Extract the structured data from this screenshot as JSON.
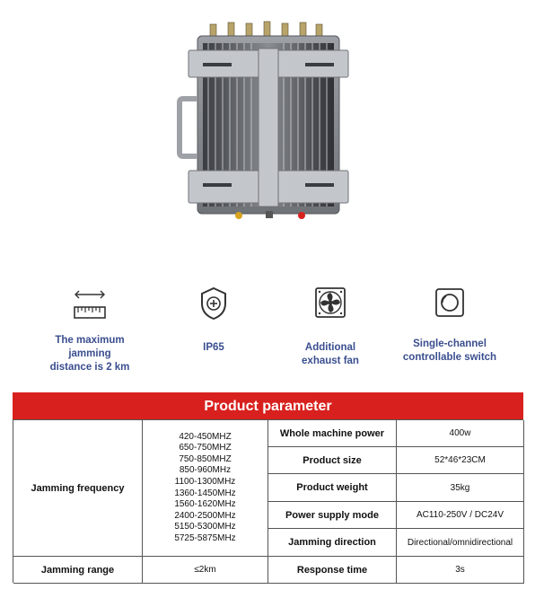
{
  "features": [
    {
      "icon": "ruler-distance-icon",
      "label_lines": [
        "The maximum",
        "jamming",
        "distance is 2 km"
      ]
    },
    {
      "icon": "shield-plus-icon",
      "label_lines": [
        "IP65"
      ]
    },
    {
      "icon": "fan-icon",
      "label_lines": [
        "Additional",
        "exhaust fan"
      ]
    },
    {
      "icon": "power-switch-icon",
      "label_lines": [
        "Single-channel",
        "controllable switch"
      ]
    }
  ],
  "table": {
    "title": "Product parameter",
    "jamming_frequency_label": "Jamming frequency",
    "frequencies": [
      "420-450MHZ",
      "650-750MHZ",
      "750-850MHZ",
      "850-960MHz",
      "1100-1300MHz",
      "1360-1450MHz",
      "1560-1620MHz",
      "2400-2500MHz",
      "5150-5300MHz",
      "5725-5875MHz"
    ],
    "jamming_range_label": "Jamming range",
    "jamming_range_value": "≤2km",
    "specs": [
      {
        "label": "Whole machine power",
        "value": "400w"
      },
      {
        "label": "Product size",
        "value": "52*46*23CM"
      },
      {
        "label": "Product weight",
        "value": "35kg"
      },
      {
        "label": "Power supply mode",
        "value": "AC110-250V / DC24V"
      },
      {
        "label": "Jamming direction",
        "value": "Directional/omnidirectional"
      },
      {
        "label": "Response time",
        "value": "3s"
      }
    ],
    "accent_color": "#d8211e"
  }
}
